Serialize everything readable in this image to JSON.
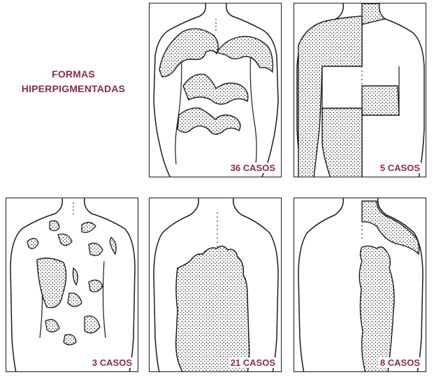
{
  "title": {
    "line1": "FORMAS",
    "line2": "HIPERPIGMENTADAS"
  },
  "panels": [
    {
      "id": "p1",
      "caption": "36 CASOS",
      "region": "symmetric-torso-bands"
    },
    {
      "id": "p2",
      "caption": "5 CASOS",
      "region": "half-body-segmental"
    },
    {
      "id": "p3",
      "caption": "3 CASOS",
      "region": "scattered-patches"
    },
    {
      "id": "p4",
      "caption": "21 CASOS",
      "region": "lower-trunk-large"
    },
    {
      "id": "p5",
      "caption": "8 CASOS",
      "region": "midline-unilateral"
    }
  ],
  "colors": {
    "accent": "#8a2a45",
    "line": "#1a1a1a"
  }
}
